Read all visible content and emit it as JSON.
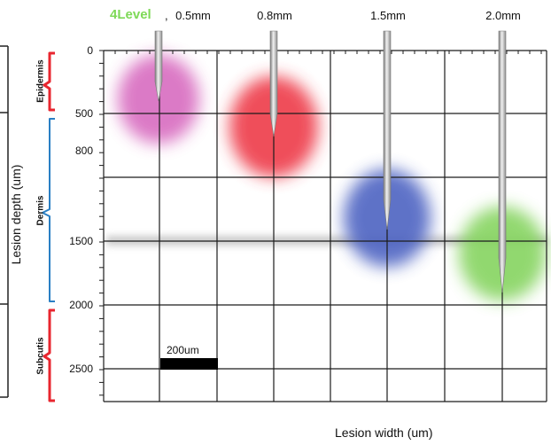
{
  "brand": {
    "label": "4Level",
    "color": "#7ed957"
  },
  "needles": [
    {
      "label": "0.5mm",
      "depth_um": 400,
      "spot_color": "#d86cc0"
    },
    {
      "label": "0.8mm",
      "depth_um": 700,
      "spot_color": "#ee3b4a"
    },
    {
      "label": "1.5mm",
      "depth_um": 1400,
      "spot_color": "#4d64c2"
    },
    {
      "label": "2.0mm",
      "depth_um": 1900,
      "spot_color": "#86d461"
    }
  ],
  "axis": {
    "y_title": "Lesion depth (um)",
    "x_title": "Lesion width (um)",
    "y_ticks": [
      {
        "label": "0",
        "value": 0
      },
      {
        "label": "500",
        "value": 500
      },
      {
        "label": "800",
        "value": 800
      },
      {
        "label": "1500",
        "value": 1500
      },
      {
        "label": "2000",
        "value": 2000
      },
      {
        "label": "2500",
        "value": 2500
      }
    ]
  },
  "layers": [
    {
      "name": "Epidermis",
      "bracket_color": "#e8262f"
    },
    {
      "name": "Dermis",
      "bracket_color": "#2a7fc4"
    },
    {
      "name": "Subcutis",
      "bracket_color": "#e8262f"
    }
  ],
  "scale_bar": {
    "label": "200um",
    "length_um": 200
  }
}
